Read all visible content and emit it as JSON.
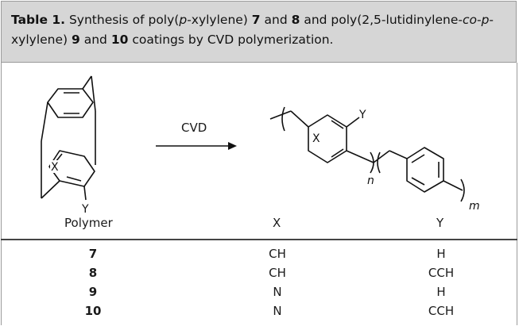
{
  "caption": {
    "table_label": "Table 1.",
    "text_1": " Synthesis of poly(",
    "italic_p1": "p",
    "text_2": "-xylylene) ",
    "num_7": "7",
    "text_3": " and ",
    "num_8": "8",
    "text_4": " and poly(2,5-lutidinylene-",
    "italic_co": "co",
    "text_5": "-",
    "italic_p2": "p",
    "text_6": "-xylylene) ",
    "num_9": "9",
    "text_7": " and ",
    "num_10": "10",
    "text_8": " coatings by CVD polymerization."
  },
  "scheme": {
    "arrow_label": "CVD",
    "monomer_atom_x": "X",
    "monomer_atom_y": "Y",
    "polymer_atom_x": "X",
    "polymer_atom_y": "Y",
    "subscript_n": "n",
    "subscript_m": "m"
  },
  "table": {
    "headers": [
      "Polymer",
      "X",
      "Y"
    ],
    "rows": [
      [
        "7",
        "CH",
        "H"
      ],
      [
        "8",
        "CH",
        "CCH"
      ],
      [
        "9",
        "N",
        "H"
      ],
      [
        "10",
        "N",
        "CCH"
      ]
    ]
  }
}
